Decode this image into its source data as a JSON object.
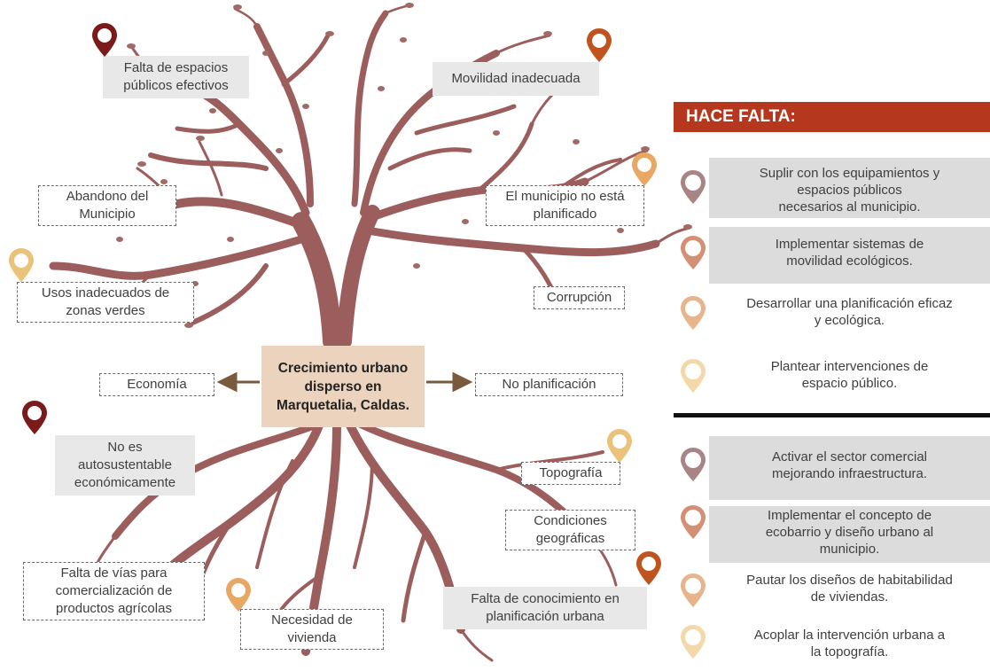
{
  "center": {
    "line1": "Crecimiento urbano",
    "line2": "disperso en",
    "line3": "Marquetalia, Caldas."
  },
  "problems": {
    "espacios_publicos": [
      "Falta de espacios",
      "públicos efectivos"
    ],
    "movilidad": "Movilidad inadecuada",
    "abandono": [
      "Abandono del",
      "Municipio"
    ],
    "no_planificado": [
      "El municipio no está",
      "planificado"
    ],
    "usos_zonas": [
      "Usos inadecuados de",
      "zonas verdes"
    ],
    "corrupcion": "Corrupción",
    "economia": "Economía",
    "no_planificacion": "No planificación",
    "autosustentable": [
      "No es",
      "autosustentable",
      "económicamente"
    ],
    "topografia": "Topografía",
    "condiciones": [
      "Condiciones",
      "geográficas"
    ],
    "vias": [
      "Falta de vías para",
      "comercialización de",
      "productos agrícolas"
    ],
    "vivienda": [
      "Necesidad de",
      "vivienda"
    ],
    "conocimiento": [
      "Falta de conocimiento en",
      "planificación urbana"
    ]
  },
  "panel": {
    "header": "HACE FALTA:",
    "group1": [
      [
        "Suplir con los equipamientos y",
        "espacios públicos",
        "necesarios al municipio."
      ],
      [
        "Implementar sistemas de",
        "movilidad ecológicos."
      ],
      [
        "Desarrollar una planificación eficaz",
        "y ecológica."
      ],
      [
        "Plantear intervenciones de",
        "espacio público."
      ]
    ],
    "group2": [
      [
        "Activar el sector comercial",
        "mejorando infraestructura."
      ],
      [
        "Implementar el concepto de",
        "ecobarrio y diseño urbano al",
        "municipio."
      ],
      [
        "Pautar los diseños de habitabilidad",
        "de viviendas."
      ],
      [
        "Acoplar la intervención urbana a",
        "la topografía."
      ]
    ]
  },
  "colors": {
    "tree": "#9c5e5c",
    "header": "#b5371d",
    "pin_dark_red": "#7b1a1a",
    "pin_orange": "#c0541f",
    "pin_light_orange": "#e8a864",
    "pin_yellow": "#eac27a",
    "pin_mauve": "#a88484",
    "pin_salmon": "#d49074",
    "pin_peach": "#e8b48c",
    "pin_cream": "#f3d9aa",
    "arrow": "#7a5a3c"
  }
}
